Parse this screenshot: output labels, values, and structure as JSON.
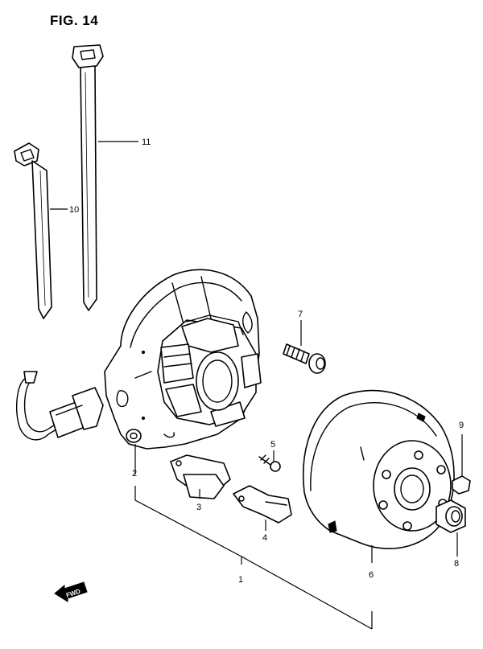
{
  "figure": {
    "title": "FIG. 14"
  },
  "callouts": [
    "1",
    "2",
    "3",
    "4",
    "5",
    "6",
    "7",
    "8",
    "9",
    "10",
    "11"
  ],
  "fwd_label": "FWD"
}
